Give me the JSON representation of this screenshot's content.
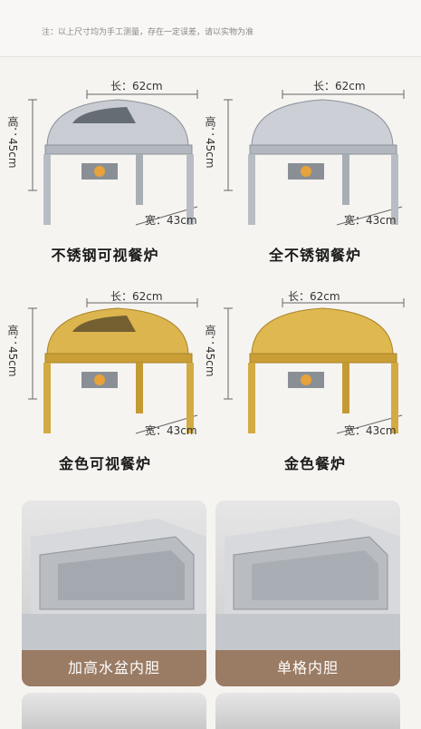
{
  "note": "注：以上尺寸均为手工测量，存在一定误差，请以实物为准",
  "products": [
    {
      "length": "长：62cm",
      "height": "高：45cm",
      "width": "宽：43cm",
      "caption": "不锈钢可视餐炉",
      "finish": "#c8ccd2"
    },
    {
      "length": "长：62cm",
      "height": "高：45cm",
      "width": "宽：43cm",
      "caption": "全不锈钢餐炉",
      "finish": "#c8ccd2"
    },
    {
      "length": "长：62cm",
      "height": "高：45cm",
      "width": "宽：43cm",
      "caption": "金色可视餐炉",
      "finish": "#d9b24a"
    },
    {
      "length": "长：62cm",
      "height": "高：45cm",
      "width": "宽：43cm",
      "caption": "金色餐炉",
      "finish": "#d9b24a"
    }
  ],
  "details": [
    {
      "label": "加高水盆内胆"
    },
    {
      "label": "单格内胆"
    }
  ]
}
